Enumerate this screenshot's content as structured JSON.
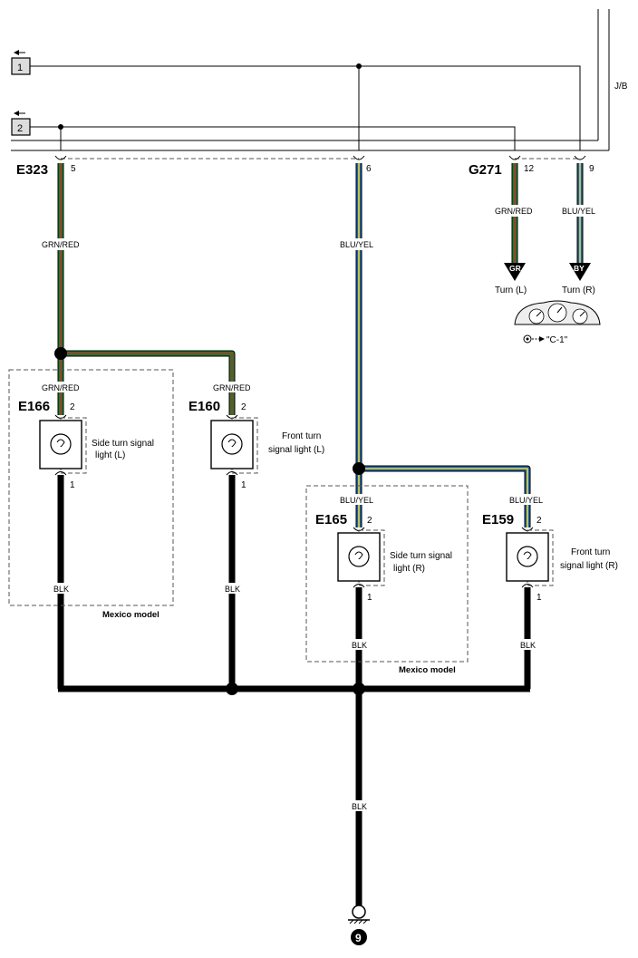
{
  "colors": {
    "green": "#1f7a2c",
    "red": "#b5332a",
    "blue": "#1f5fa8",
    "yellow": "#e8dc3a",
    "black": "#000000"
  },
  "jb": {
    "label": "J/B",
    "terminal_1": "1",
    "terminal_2": "2"
  },
  "connectors": {
    "e323": "E323",
    "e323_pin5": "5",
    "e323_pin6": "6",
    "g271": "G271",
    "g271_pin12": "12",
    "g271_pin9": "9"
  },
  "wires": {
    "grn_red": "GRN/RED",
    "blu_yel": "BLU/YEL",
    "blk": "BLK"
  },
  "meter": {
    "gr_badge": "GR",
    "by_badge": "BY",
    "turn_left": "Turn (L)",
    "turn_right": "Turn (R)",
    "ref": "\"C-1\""
  },
  "components": {
    "e166": {
      "id": "E166",
      "pin_top": "2",
      "pin_bottom": "1",
      "desc1": "Side turn signal",
      "desc2": "light (L)"
    },
    "e160": {
      "id": "E160",
      "pin_top": "2",
      "pin_bottom": "1",
      "desc1": "Front turn",
      "desc2": "signal light (L)"
    },
    "e165": {
      "id": "E165",
      "pin_top": "2",
      "pin_bottom": "1",
      "desc1": "Side turn signal",
      "desc2": "light (R)"
    },
    "e159": {
      "id": "E159",
      "pin_top": "2",
      "pin_bottom": "1",
      "desc1": "Front turn",
      "desc2": "signal light (R)"
    }
  },
  "regions": {
    "mexico_left": "Mexico model",
    "mexico_right": "Mexico model"
  },
  "ground": {
    "number": "9"
  }
}
